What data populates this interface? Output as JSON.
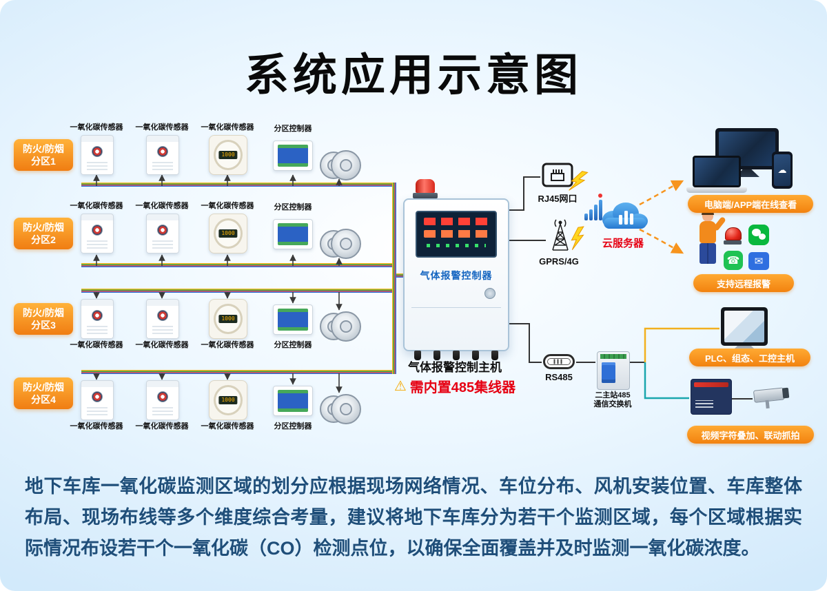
{
  "title": "系统应用示意图",
  "zones": [
    {
      "line1": "防火/防烟",
      "line2": "分区1"
    },
    {
      "line1": "防火/防烟",
      "line2": "分区2"
    },
    {
      "line1": "防火/防烟",
      "line2": "分区3"
    },
    {
      "line1": "防火/防烟",
      "line2": "分区4"
    }
  ],
  "labels": {
    "co_sensor": "一氧化碳传感器",
    "zone_controller": "分区控制器"
  },
  "devices": {
    "dial_reading": "1000"
  },
  "controller": {
    "panel_label": "气体报警控制器",
    "caption": "气体报警控制主机",
    "warning_icon": "⚠",
    "warning": "需内置485集线器"
  },
  "network": {
    "rj45": "RJ45网口",
    "gprs": "GPRS/4G",
    "cloud": "云服务器",
    "rs485": "RS485",
    "switch_line1": "二主站485",
    "switch_line2": "通信交换机"
  },
  "badges": {
    "online": "电脑端/APP端在线查看",
    "remote": "支持远程报警",
    "plc": "PLC、组态、工控主机",
    "video": "视频字符叠加、联动抓拍"
  },
  "icons": {
    "cloud_glyph": "☁",
    "phone_glyph": "☎",
    "mail_glyph": "✉"
  },
  "footer": {
    "text": "地下车库一氧化碳监测区域的划分应根据现场网络情况、车位分布、风机安装位置、车库整体布局、现场布线等多个维度综合考量，建议将地下车库分为若干个监测区域，每个区域根据实际情况布设若干个一氧化碳（CO）检测点位，以确保全面覆盖并及时监测一氧化碳浓度。"
  },
  "colors": {
    "accent_orange": "#f2820f",
    "alert_red": "#e60012",
    "cloud_blue": "#2f7fd4",
    "body_text": "#1f4e79"
  }
}
